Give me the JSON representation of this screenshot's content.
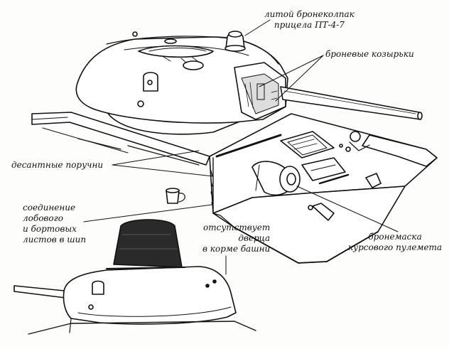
{
  "figure": {
    "subject": "T-34 tank hull and turret line drawing",
    "labels": {
      "sight_cover": [
        "литой бронеколпак",
        "прицела ПТ-4-7"
      ],
      "armor_visors": [
        "броневые козырьки"
      ],
      "tank_rails": [
        "десантные поручни"
      ],
      "tenon_joint": [
        "соединение",
        "лобового",
        "и бортовых",
        "листов в шип"
      ],
      "no_hatch": [
        "отсутствует",
        "дверца",
        "в корме башни"
      ],
      "mg_mantlet": [
        "бронемаска",
        "курсового пулемета"
      ]
    }
  }
}
